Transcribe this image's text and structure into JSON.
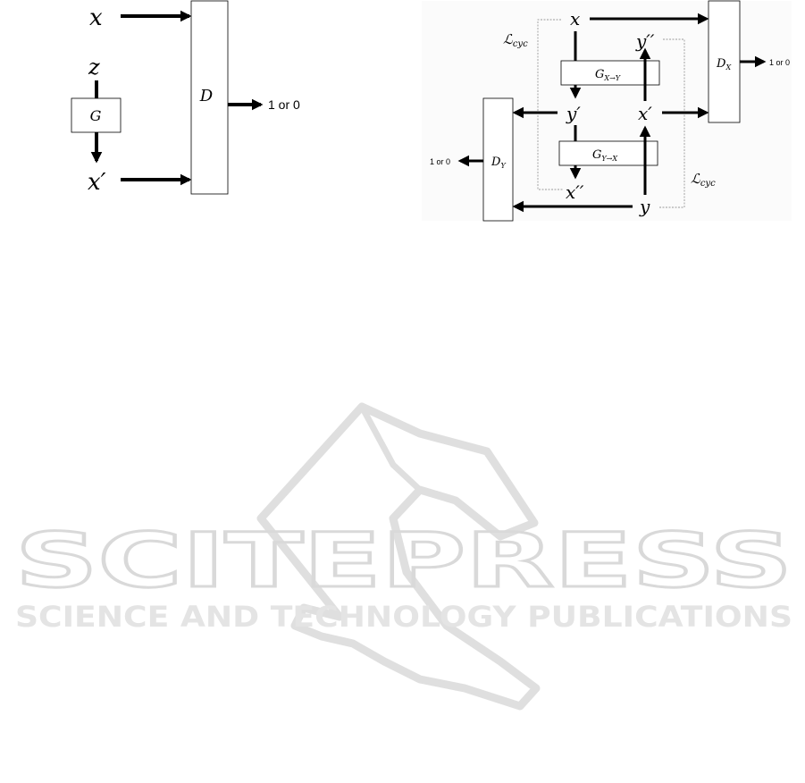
{
  "gan": {
    "input_x": "x",
    "noise_z": "z",
    "generator": "G",
    "generated_x": "x′",
    "discriminator": "D",
    "output": "1 or 0"
  },
  "cyclegan": {
    "x": "x",
    "y_double_prime": "y′′",
    "y_prime": "y′",
    "x_prime": "x′",
    "x_double_prime": "x′′",
    "y": "y",
    "gen_xy": "G",
    "gen_xy_sub": "X→Y",
    "gen_yx": "G",
    "gen_yx_sub": "Y→X",
    "disc_x": "D",
    "disc_x_sub": "X",
    "disc_y": "D",
    "disc_y_sub": "Y",
    "loss_left": "ℒ",
    "loss_left_sub": "cyc",
    "loss_right": "ℒ",
    "loss_right_sub": "cyc",
    "out_dx": "1 or 0",
    "out_dy": "1 or 0"
  },
  "watermark": {
    "title": "SCITEPRESS",
    "subtitle": "SCIENCE AND TECHNOLOGY PUBLICATIONS"
  }
}
